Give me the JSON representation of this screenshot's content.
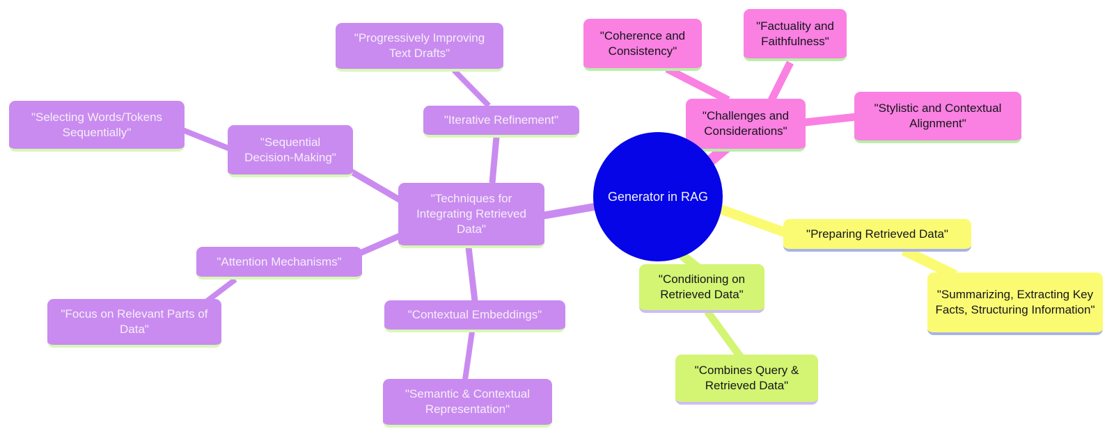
{
  "diagram_type": "mindmap",
  "nodes": {
    "center": {
      "label": "Generator in RAG"
    },
    "techniques": {
      "label": "\"Techniques for Integrating Retrieved Data\""
    },
    "iterative": {
      "label": "\"Iterative Refinement\""
    },
    "progressively": {
      "label": "\"Progressively Improving Text Drafts\""
    },
    "sequential": {
      "label": "\"Sequential Decision-Making\""
    },
    "selecting": {
      "label": "\"Selecting Words/Tokens Sequentially\""
    },
    "attention": {
      "label": "\"Attention Mechanisms\""
    },
    "focus": {
      "label": "\"Focus on Relevant Parts of Data\""
    },
    "contextual": {
      "label": "\"Contextual Embeddings\""
    },
    "semantic": {
      "label": "\"Semantic & Contextual Representation\""
    },
    "challenges": {
      "label": "\"Challenges and Considerations\""
    },
    "coherence": {
      "label": "\"Coherence and Consistency\""
    },
    "factuality": {
      "label": "\"Factuality and Faithfulness\""
    },
    "stylistic": {
      "label": "\"Stylistic and Contextual Alignment\""
    },
    "conditioning": {
      "label": "\"Conditioning on Retrieved Data\""
    },
    "combines": {
      "label": "\"Combines Query & Retrieved Data\""
    },
    "preparing": {
      "label": "\"Preparing Retrieved Data\""
    },
    "summarizing": {
      "label": "\"Summarizing, Extracting Key Facts, Structuring Information\""
    }
  },
  "structure": [
    {
      "parent": "center",
      "children": [
        "techniques",
        "challenges",
        "conditioning",
        "preparing"
      ]
    },
    {
      "parent": "techniques",
      "children": [
        "iterative",
        "sequential",
        "attention",
        "contextual"
      ]
    },
    {
      "parent": "iterative",
      "children": [
        "progressively"
      ]
    },
    {
      "parent": "sequential",
      "children": [
        "selecting"
      ]
    },
    {
      "parent": "attention",
      "children": [
        "focus"
      ]
    },
    {
      "parent": "contextual",
      "children": [
        "semantic"
      ]
    },
    {
      "parent": "challenges",
      "children": [
        "coherence",
        "factuality",
        "stylistic"
      ]
    },
    {
      "parent": "conditioning",
      "children": [
        "combines"
      ]
    },
    {
      "parent": "preparing",
      "children": [
        "summarizing"
      ]
    }
  ],
  "colors": {
    "center-fill": "#0505e8",
    "purple": "#c98bf0",
    "pink": "#fa80e2",
    "green": "#d3f573",
    "yellow": "#fbfb73",
    "underline-pale-green": "#d9f7b8",
    "underline-green": "#b9efa8",
    "underline-lavender": "#cdbcf2",
    "underline-periwinkle": "#a9b2e8"
  }
}
